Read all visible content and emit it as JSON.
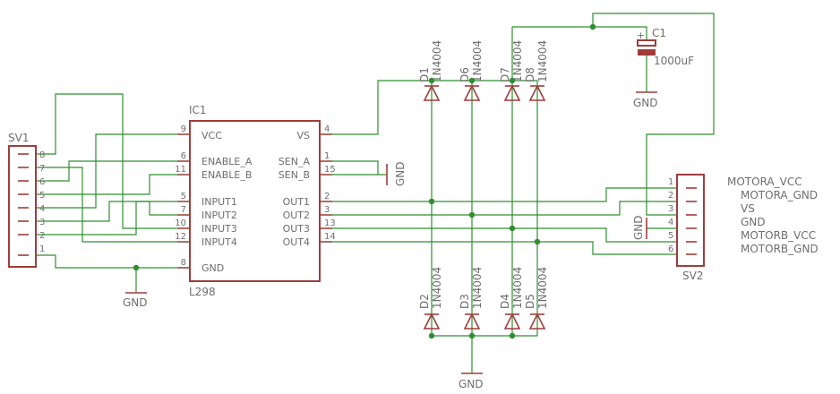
{
  "ic": {
    "ref": "IC1",
    "part": "L298",
    "left_pins": [
      {
        "name": "VCC",
        "num": "9"
      },
      {
        "name": "ENABLE_A",
        "num": "6"
      },
      {
        "name": "ENABLE_B",
        "num": "11"
      },
      {
        "name": "INPUT1",
        "num": "5"
      },
      {
        "name": "INPUT2",
        "num": "7"
      },
      {
        "name": "INPUT3",
        "num": "10"
      },
      {
        "name": "INPUT4",
        "num": "12"
      },
      {
        "name": "GND",
        "num": "8"
      }
    ],
    "right_pins": [
      {
        "name": "VS",
        "num": "4"
      },
      {
        "name": "SEN_A",
        "num": "1"
      },
      {
        "name": "SEN_B",
        "num": "15"
      },
      {
        "name": "OUT1",
        "num": "2"
      },
      {
        "name": "OUT2",
        "num": "3"
      },
      {
        "name": "OUT3",
        "num": "13"
      },
      {
        "name": "OUT4",
        "num": "14"
      }
    ]
  },
  "sv1": {
    "ref": "SV1",
    "pins": [
      "8",
      "7",
      "6",
      "5",
      "4",
      "3",
      "2",
      "1"
    ]
  },
  "sv2": {
    "ref": "SV2",
    "pins": [
      "1",
      "2",
      "3",
      "4",
      "5",
      "6"
    ],
    "labels": [
      "MOTORA_VCC",
      "MOTORA_GND",
      "VS",
      "GND",
      "MOTORB_VCC",
      "MOTORB_GND"
    ]
  },
  "diodes_top": [
    {
      "ref": "D1",
      "value": "1N4004"
    },
    {
      "ref": "D6",
      "value": "1N4004"
    },
    {
      "ref": "D7",
      "value": "1N4004"
    },
    {
      "ref": "D8",
      "value": "1N4004"
    }
  ],
  "diodes_bottom": [
    {
      "ref": "D2",
      "value": "1N4004"
    },
    {
      "ref": "D3",
      "value": "1N4004"
    },
    {
      "ref": "D4",
      "value": "1N4004"
    },
    {
      "ref": "D5",
      "value": "1N4004"
    }
  ],
  "capacitor": {
    "ref": "C1",
    "value": "1000uF",
    "polarity": "+"
  },
  "gnd_label": "GND"
}
